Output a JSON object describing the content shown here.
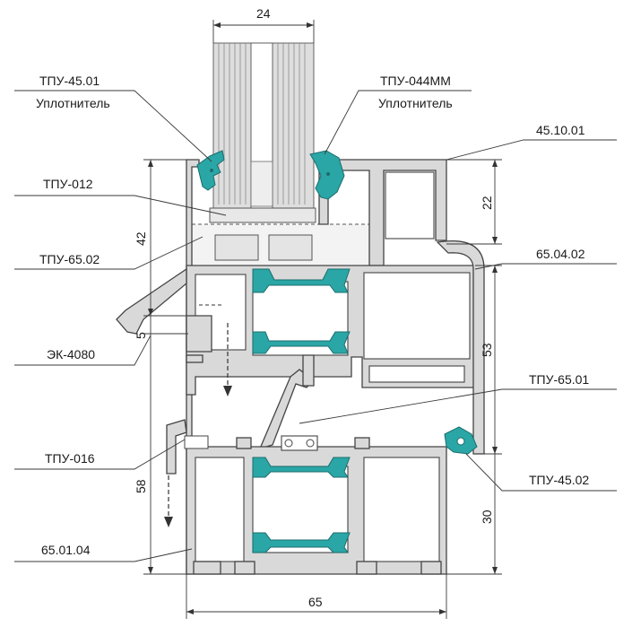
{
  "labels": {
    "tpu_4501": "ТПУ-45.01",
    "uplotnitel_left": "Уплотнитель",
    "tpu_044mm": "ТПУ-044ММ",
    "uplotnitel_right": "Уплотнитель",
    "p_4510": "45.10.01",
    "tpu_012": "ТПУ-012",
    "tpu_6502": "ТПУ-65.02",
    "p_6504": "65.04.02",
    "ek_4080": "ЭК-4080",
    "tpu_6501": "ТПУ-65.01",
    "tpu_016": "ТПУ-016",
    "tpu_4502": "ТПУ-45.02",
    "p_6501": "65.01.04"
  },
  "dimensions": {
    "d24": "24",
    "d22": "22",
    "d42": "42",
    "d5": "5",
    "d53": "53",
    "d58": "58",
    "d30": "30",
    "d65": "65"
  },
  "colors": {
    "aluminium": "#d9d9d9",
    "thermal_break": "#2aa6a6",
    "outline": "#444444"
  }
}
